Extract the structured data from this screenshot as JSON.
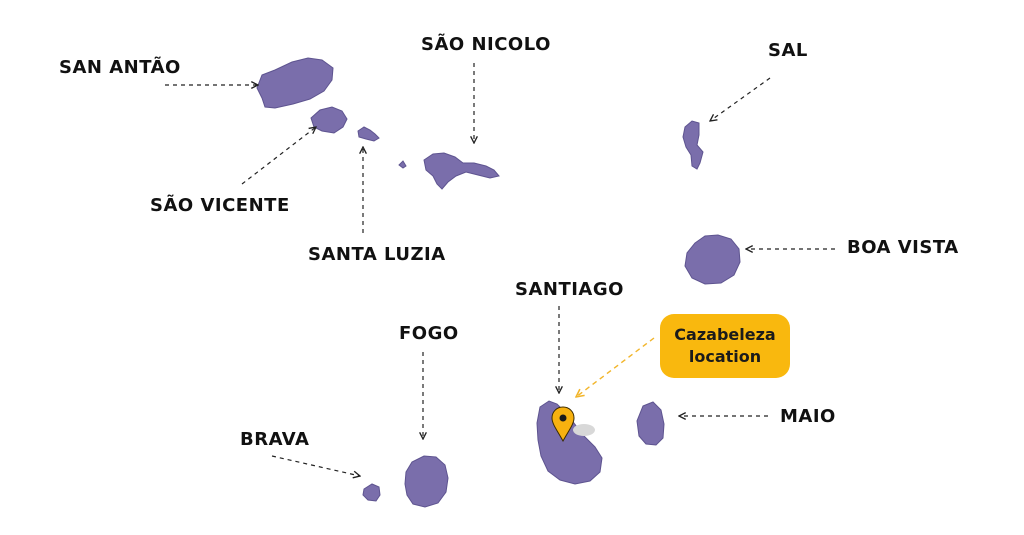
{
  "colors": {
    "island": "#7a6eab",
    "island_stroke": "#5e5490",
    "arrow": "#222222",
    "callout_bg": "#f9b80e",
    "callout_arrow": "#f2b52a",
    "pin": "#f7b10f",
    "shadow": "#d8d8d8"
  },
  "islands": {
    "san_antao": "SAN ANTÃO",
    "sao_vicente": "SÃO VICENTE",
    "santa_luzia": "SANTA LUZIA",
    "sao_nicolo": "SÃO NICOLO",
    "sal": "SAL",
    "boa_vista": "BOA VISTA",
    "santiago": "SANTIAGO",
    "fogo": "FOGO",
    "brava": "BRAVA",
    "maio": "MAIO"
  },
  "callout": {
    "line1": "Cazabeleza",
    "line2": "location"
  },
  "marker": {
    "icon": "map-pin-icon"
  }
}
